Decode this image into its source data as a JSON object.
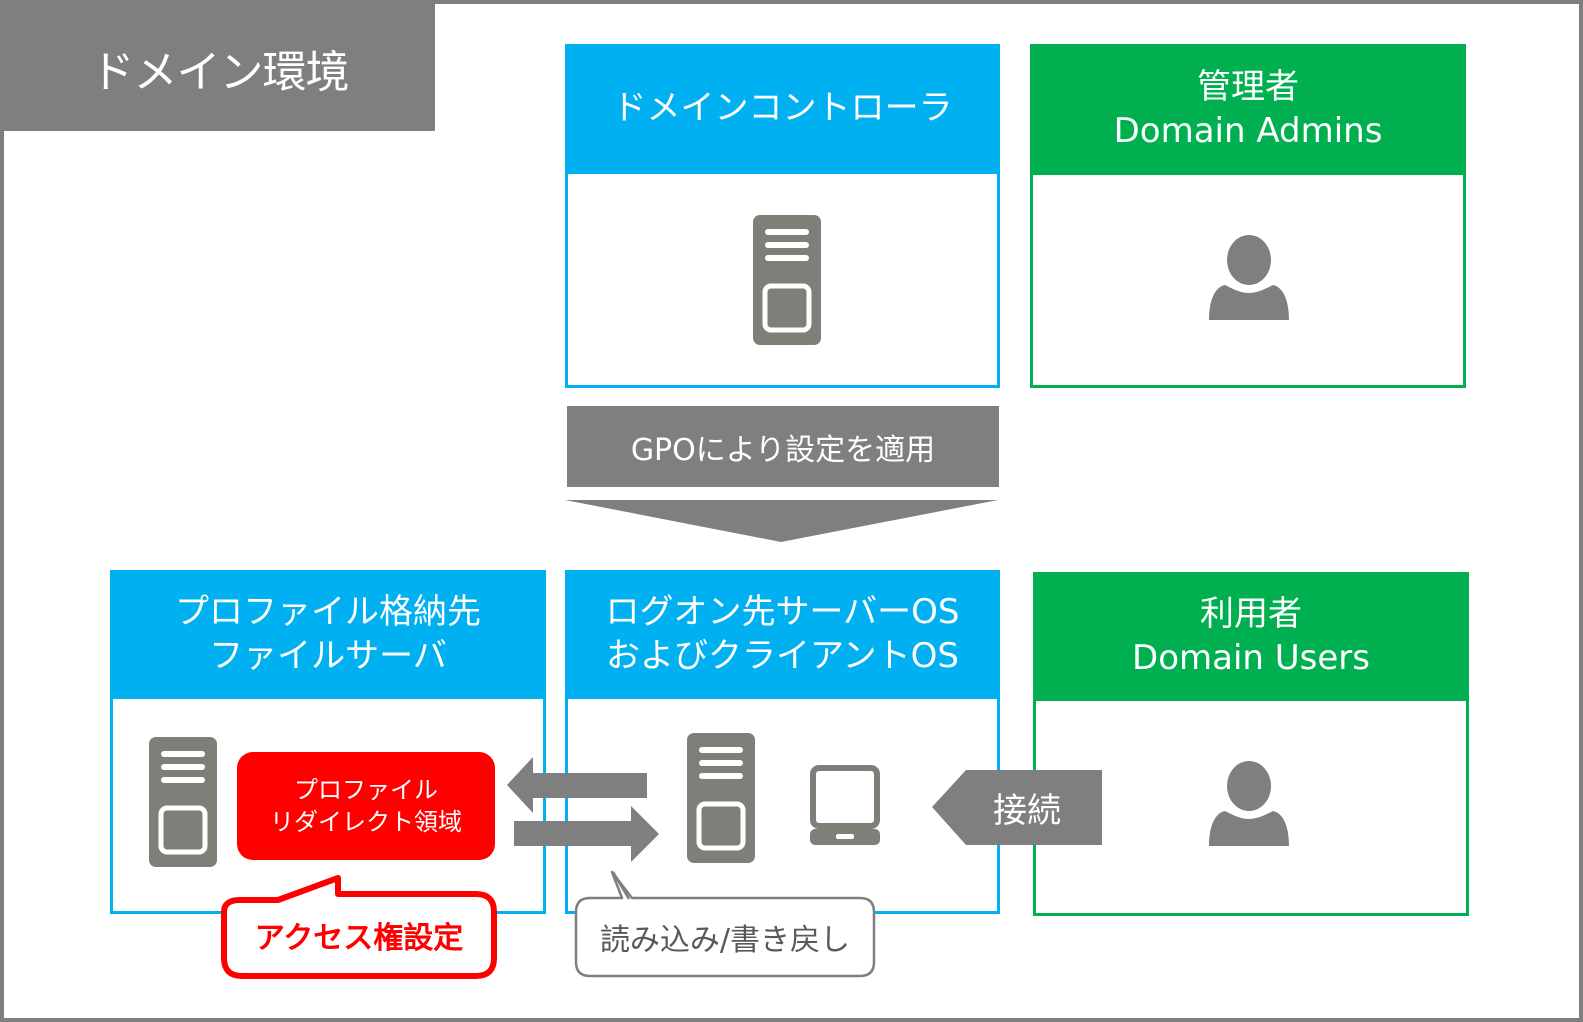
{
  "title": "ドメイン環境",
  "colors": {
    "server_box": "#00b0f0",
    "user_box": "#00b050",
    "gray": "#7f7f7f",
    "icon_gray": "#7f7f7a",
    "accent_red": "#ff0000"
  },
  "boxes": {
    "domain_controller": {
      "line1": "ドメインコントローラ",
      "icon": "server-icon"
    },
    "admins": {
      "line1": "管理者",
      "line2": "Domain Admins",
      "icon": "user-icon"
    },
    "file_server": {
      "line1": "プロファイル格納先",
      "line2": "ファイルサーバ",
      "icon": "server-icon"
    },
    "logon_os": {
      "line1": "ログオン先サーバーOS",
      "line2": "およびクライアントOS",
      "icons": [
        "server-icon",
        "laptop-icon"
      ]
    },
    "users": {
      "line1": "利用者",
      "line2": "Domain Users",
      "icon": "user-icon"
    }
  },
  "gpo_band": {
    "label": "GPOにより設定を適用"
  },
  "redirect_area": {
    "line1": "プロファイル",
    "line2": "リダイレクト領域"
  },
  "callouts": {
    "access_rights": "アクセス権設定",
    "read_write": "読み込み/書き戻し"
  },
  "connect_arrow": {
    "label": "接続"
  }
}
